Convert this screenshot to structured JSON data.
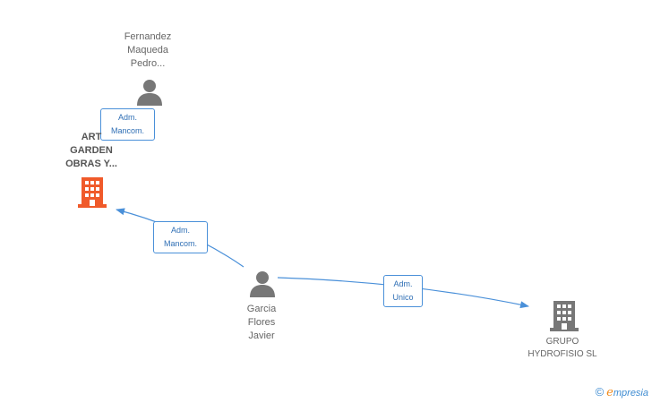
{
  "nodes": {
    "person_top": {
      "label": "Fernandez\nMaqueda\nPedro..."
    },
    "company_art": {
      "label": "ART\nGARDEN\nOBRAS Y..."
    },
    "person_center": {
      "label": "Garcia\nFlores\nJavier"
    },
    "company_grupo": {
      "label": "GRUPO\nHYDROFISIO SL"
    }
  },
  "edges": {
    "top_to_art": {
      "line1": "Adm.",
      "line2": "Mancom."
    },
    "center_to_art": {
      "line1": "Adm.",
      "line2": "Mancom."
    },
    "center_to_grupo": {
      "line1": "Adm.",
      "line2": "Unico"
    }
  },
  "colors": {
    "person_icon": "#777777",
    "company_highlight": "#f05a2a",
    "company_default": "#777777",
    "edge": "#4a90d9"
  },
  "watermark": {
    "copyright": "©",
    "brand_e": "e",
    "brand_rest": "mpresia"
  }
}
